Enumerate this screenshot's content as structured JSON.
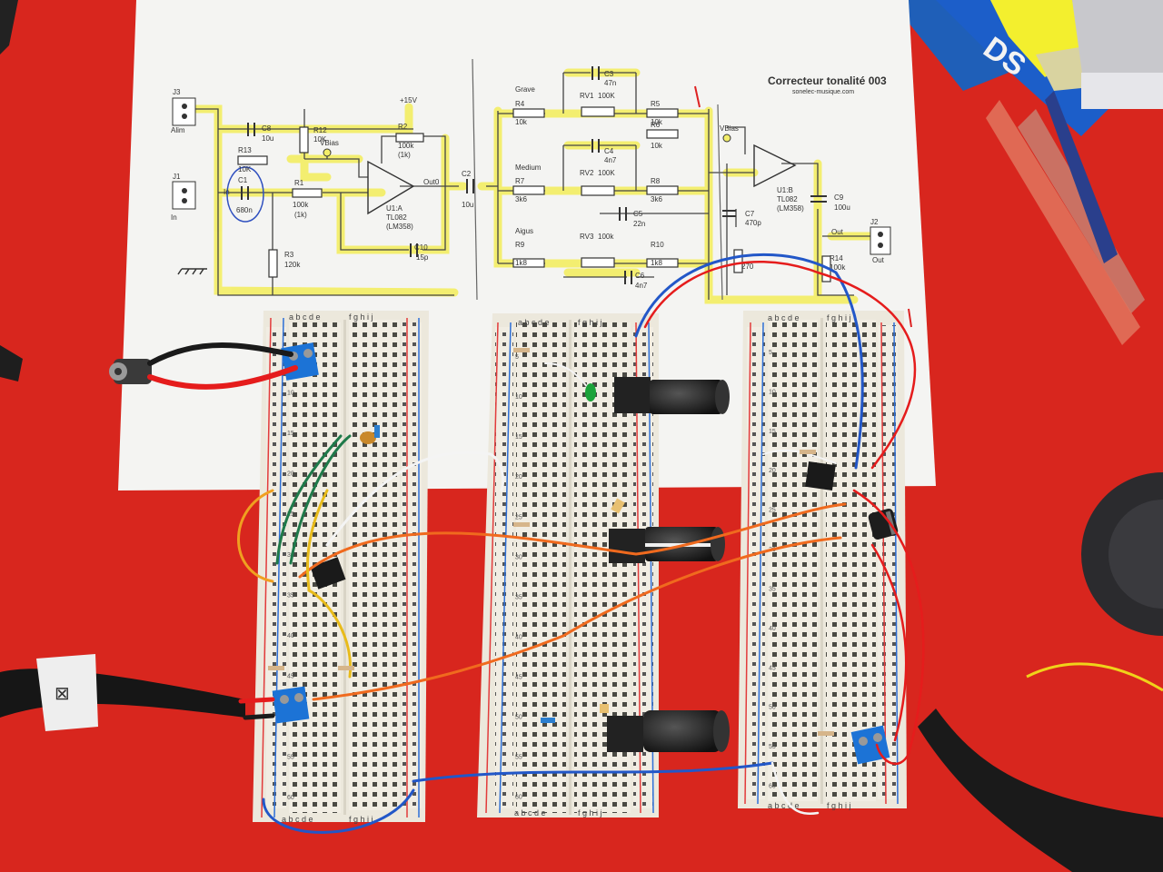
{
  "schematic": {
    "title": "Correcteur tonalité 003",
    "site": "sonelec-musique.com",
    "labels": {
      "j3": "J3",
      "alim": "Alim",
      "v15": "+15V",
      "j1": "J1",
      "in": "In",
      "in_net": "In",
      "c8": "C8",
      "c8_val": "10u",
      "r13": "R13",
      "r13_val": "10K",
      "r12": "R12",
      "r12_val": "10K",
      "c1": "C1",
      "c1_val": "680n",
      "r1": "R1",
      "r1_val": "100k",
      "r1_alt": "(1k)",
      "r3": "R3",
      "r3_val": "120k",
      "r2": "R2",
      "r2_val": "100k",
      "r2_alt": "(1k)",
      "vbias1": "VBias",
      "u1a": "U1:A",
      "u1a_type": "TL082",
      "u1a_alt": "(LM358)",
      "out0": "Out0",
      "c10": "C10",
      "c10_val": "15p",
      "c2": "C2",
      "c2_val": "10u",
      "grave": "Grave",
      "medium": "Medium",
      "aigus": "Aigus",
      "r4": "R4",
      "r4_val": "10k",
      "r5": "R5",
      "r5_val": "10k",
      "r6": "R6",
      "r6_val": "10k",
      "r7": "R7",
      "r7_val": "3k6",
      "r8": "R8",
      "r8_val": "3k6",
      "r9": "R9",
      "r9_val": "1k8",
      "r10": "R10",
      "r10_val": "1k8",
      "rv1": "RV1",
      "rv1_val": "100K",
      "rv2": "RV2",
      "rv2_val": "100K",
      "rv3": "RV3",
      "rv3_val": "100k",
      "c3": "C3",
      "c3_val": "47n",
      "c4": "C4",
      "c4_val": "4n7",
      "c5": "C5",
      "c5_val": "22n",
      "c6": "C6",
      "c6_val": "4n7",
      "vbias2": "VBias",
      "u1b": "U1:B",
      "u1b_type": "TL082",
      "u1b_alt": "(LM358)",
      "c7": "C7",
      "c7_val": "470p",
      "r11_val": "270",
      "c9": "C9",
      "c9_val": "100u",
      "r14": "R14",
      "r14_val": "100k",
      "out": "Out",
      "j2": "J2",
      "j2_out": "Out"
    }
  },
  "breadboards": {
    "columns_left": "a b c d e",
    "columns_right": "f g h i j",
    "rows": [
      "5",
      "10",
      "15",
      "20",
      "25",
      "30",
      "35",
      "40",
      "45",
      "50",
      "55",
      "60"
    ]
  },
  "colors": {
    "table": "#d8261e",
    "paper": "#f4f4f2",
    "highlight": "#f3ee6a",
    "breadboard": "#f1ede3",
    "wire_orange": "#f06a1e",
    "wire_blue": "#2257c8",
    "wire_red": "#e51c1c",
    "wire_green": "#1f7a4a",
    "wire_yellow": "#e8bb1a",
    "wire_white": "#f4f4f4",
    "terminal_blue": "#1c73d6"
  }
}
